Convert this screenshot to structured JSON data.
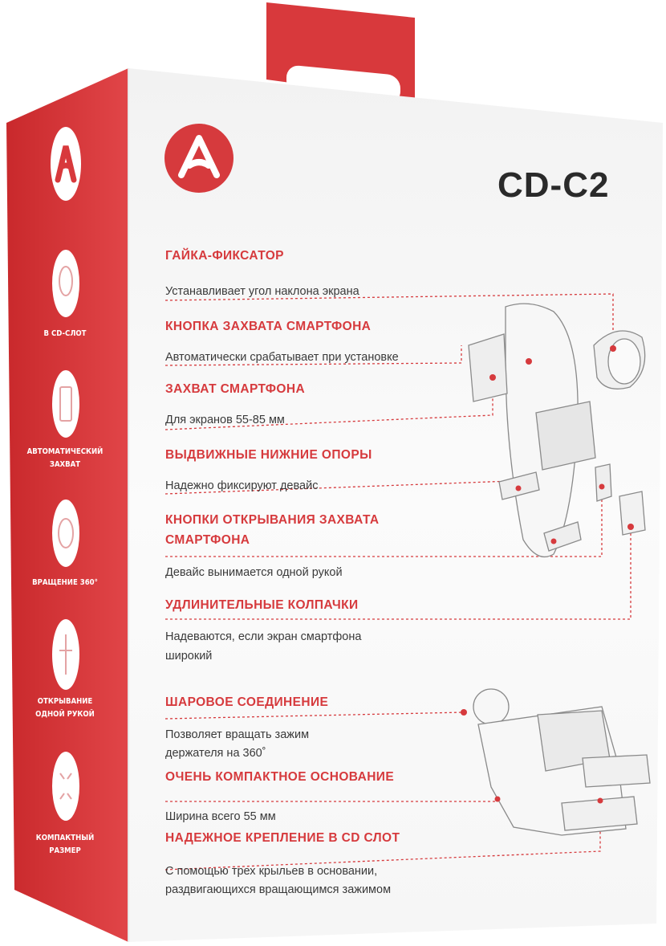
{
  "model": "CD-C2",
  "side_features": [
    {
      "label": "В CD-СЛОТ",
      "icon": "cd-slot-icon"
    },
    {
      "label": "АВТОМАТИЧЕСКИЙ ЗАХВАТ",
      "icon": "auto-grip-icon"
    },
    {
      "label": "ВРАЩЕНИЕ 360°",
      "icon": "rotation-360-icon"
    },
    {
      "label": "ОТКРЫВАНИЕ ОДНОЙ РУКОЙ",
      "icon": "one-hand-icon"
    },
    {
      "label": "КОМПАКТНЫЙ РАЗМЕР",
      "icon": "compact-size-icon"
    }
  ],
  "features": [
    {
      "title": "ГАЙКА-ФИКСАТОР",
      "desc": "Устанавливает угол наклона экрана"
    },
    {
      "title": "КНОПКА ЗАХВАТА СМАРТФОНА",
      "desc": "Автоматически срабатывает при установке"
    },
    {
      "title": "ЗАХВАТ СМАРТФОНА",
      "desc": "Для экранов 55-85 мм"
    },
    {
      "title": "ВЫДВИЖНЫЕ НИЖНИЕ ОПОРЫ",
      "desc": "Надежно фиксируют девайс"
    },
    {
      "title_line1": "КНОПКИ ОТКРЫВАНИЯ ЗАХВАТА",
      "title_line2": "СМАРТФОНА",
      "desc": "Девайс вынимается одной рукой"
    },
    {
      "title": "УДЛИНИТЕЛЬНЫЕ КОЛПАЧКИ",
      "desc_line1": "Надеваются, если экран смартфона",
      "desc_line2": "широкий"
    },
    {
      "title": "ШАРОВОЕ СОЕДИНЕНИЕ",
      "desc_line1": "Позволяет вращать зажим",
      "desc_line2": "держателя на 360˚"
    },
    {
      "title": "ОЧЕНЬ КОМПАКТНОЕ ОСНОВАНИЕ",
      "desc": "Ширина всего 55 мм"
    },
    {
      "title": "НАДЕЖНОЕ КРЕПЛЕНИЕ В CD СЛОТ",
      "desc_line1": "С помощью трех крыльев в основании,",
      "desc_line2": "раздвигающихся  вращающимся зажимом"
    }
  ],
  "colors": {
    "brand_red": "#d63a3d",
    "side_red": "#d8393c",
    "text": "#3a3a3a",
    "title": "#2a2a2a"
  }
}
